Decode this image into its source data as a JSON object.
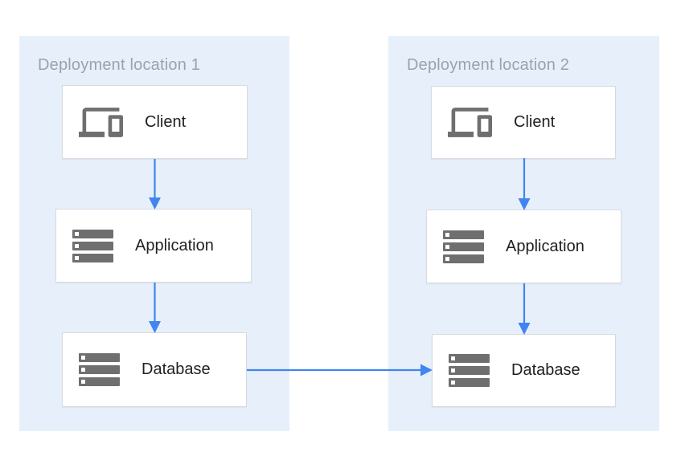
{
  "diagram": {
    "zones": [
      {
        "title": "Deployment location 1",
        "nodes": [
          {
            "label": "Client",
            "icon": "devices-icon"
          },
          {
            "label": "Application",
            "icon": "server-stack-icon"
          },
          {
            "label": "Database",
            "icon": "server-stack-icon"
          }
        ]
      },
      {
        "title": "Deployment location 2",
        "nodes": [
          {
            "label": "Client",
            "icon": "devices-icon"
          },
          {
            "label": "Application",
            "icon": "server-stack-icon"
          },
          {
            "label": "Database",
            "icon": "server-stack-icon"
          }
        ]
      }
    ],
    "connections": [
      {
        "from": "Client (location 1)",
        "to": "Application (location 1)",
        "direction": "down"
      },
      {
        "from": "Application (location 1)",
        "to": "Database (location 1)",
        "direction": "down"
      },
      {
        "from": "Client (location 2)",
        "to": "Application (location 2)",
        "direction": "down"
      },
      {
        "from": "Application (location 2)",
        "to": "Database (location 2)",
        "direction": "down"
      },
      {
        "from": "Database (location 1)",
        "to": "Database (location 2)",
        "direction": "right"
      }
    ],
    "colors": {
      "page_background": "#FFFFFF",
      "zone_background": "#E7F0FA",
      "node_background": "#FFFFFF",
      "node_border": "#D8DADD",
      "arrow": "#4284F0",
      "icon": "#6F6F6F",
      "zone_title_text": "#9AA3AD",
      "node_label_text": "#212121"
    }
  }
}
